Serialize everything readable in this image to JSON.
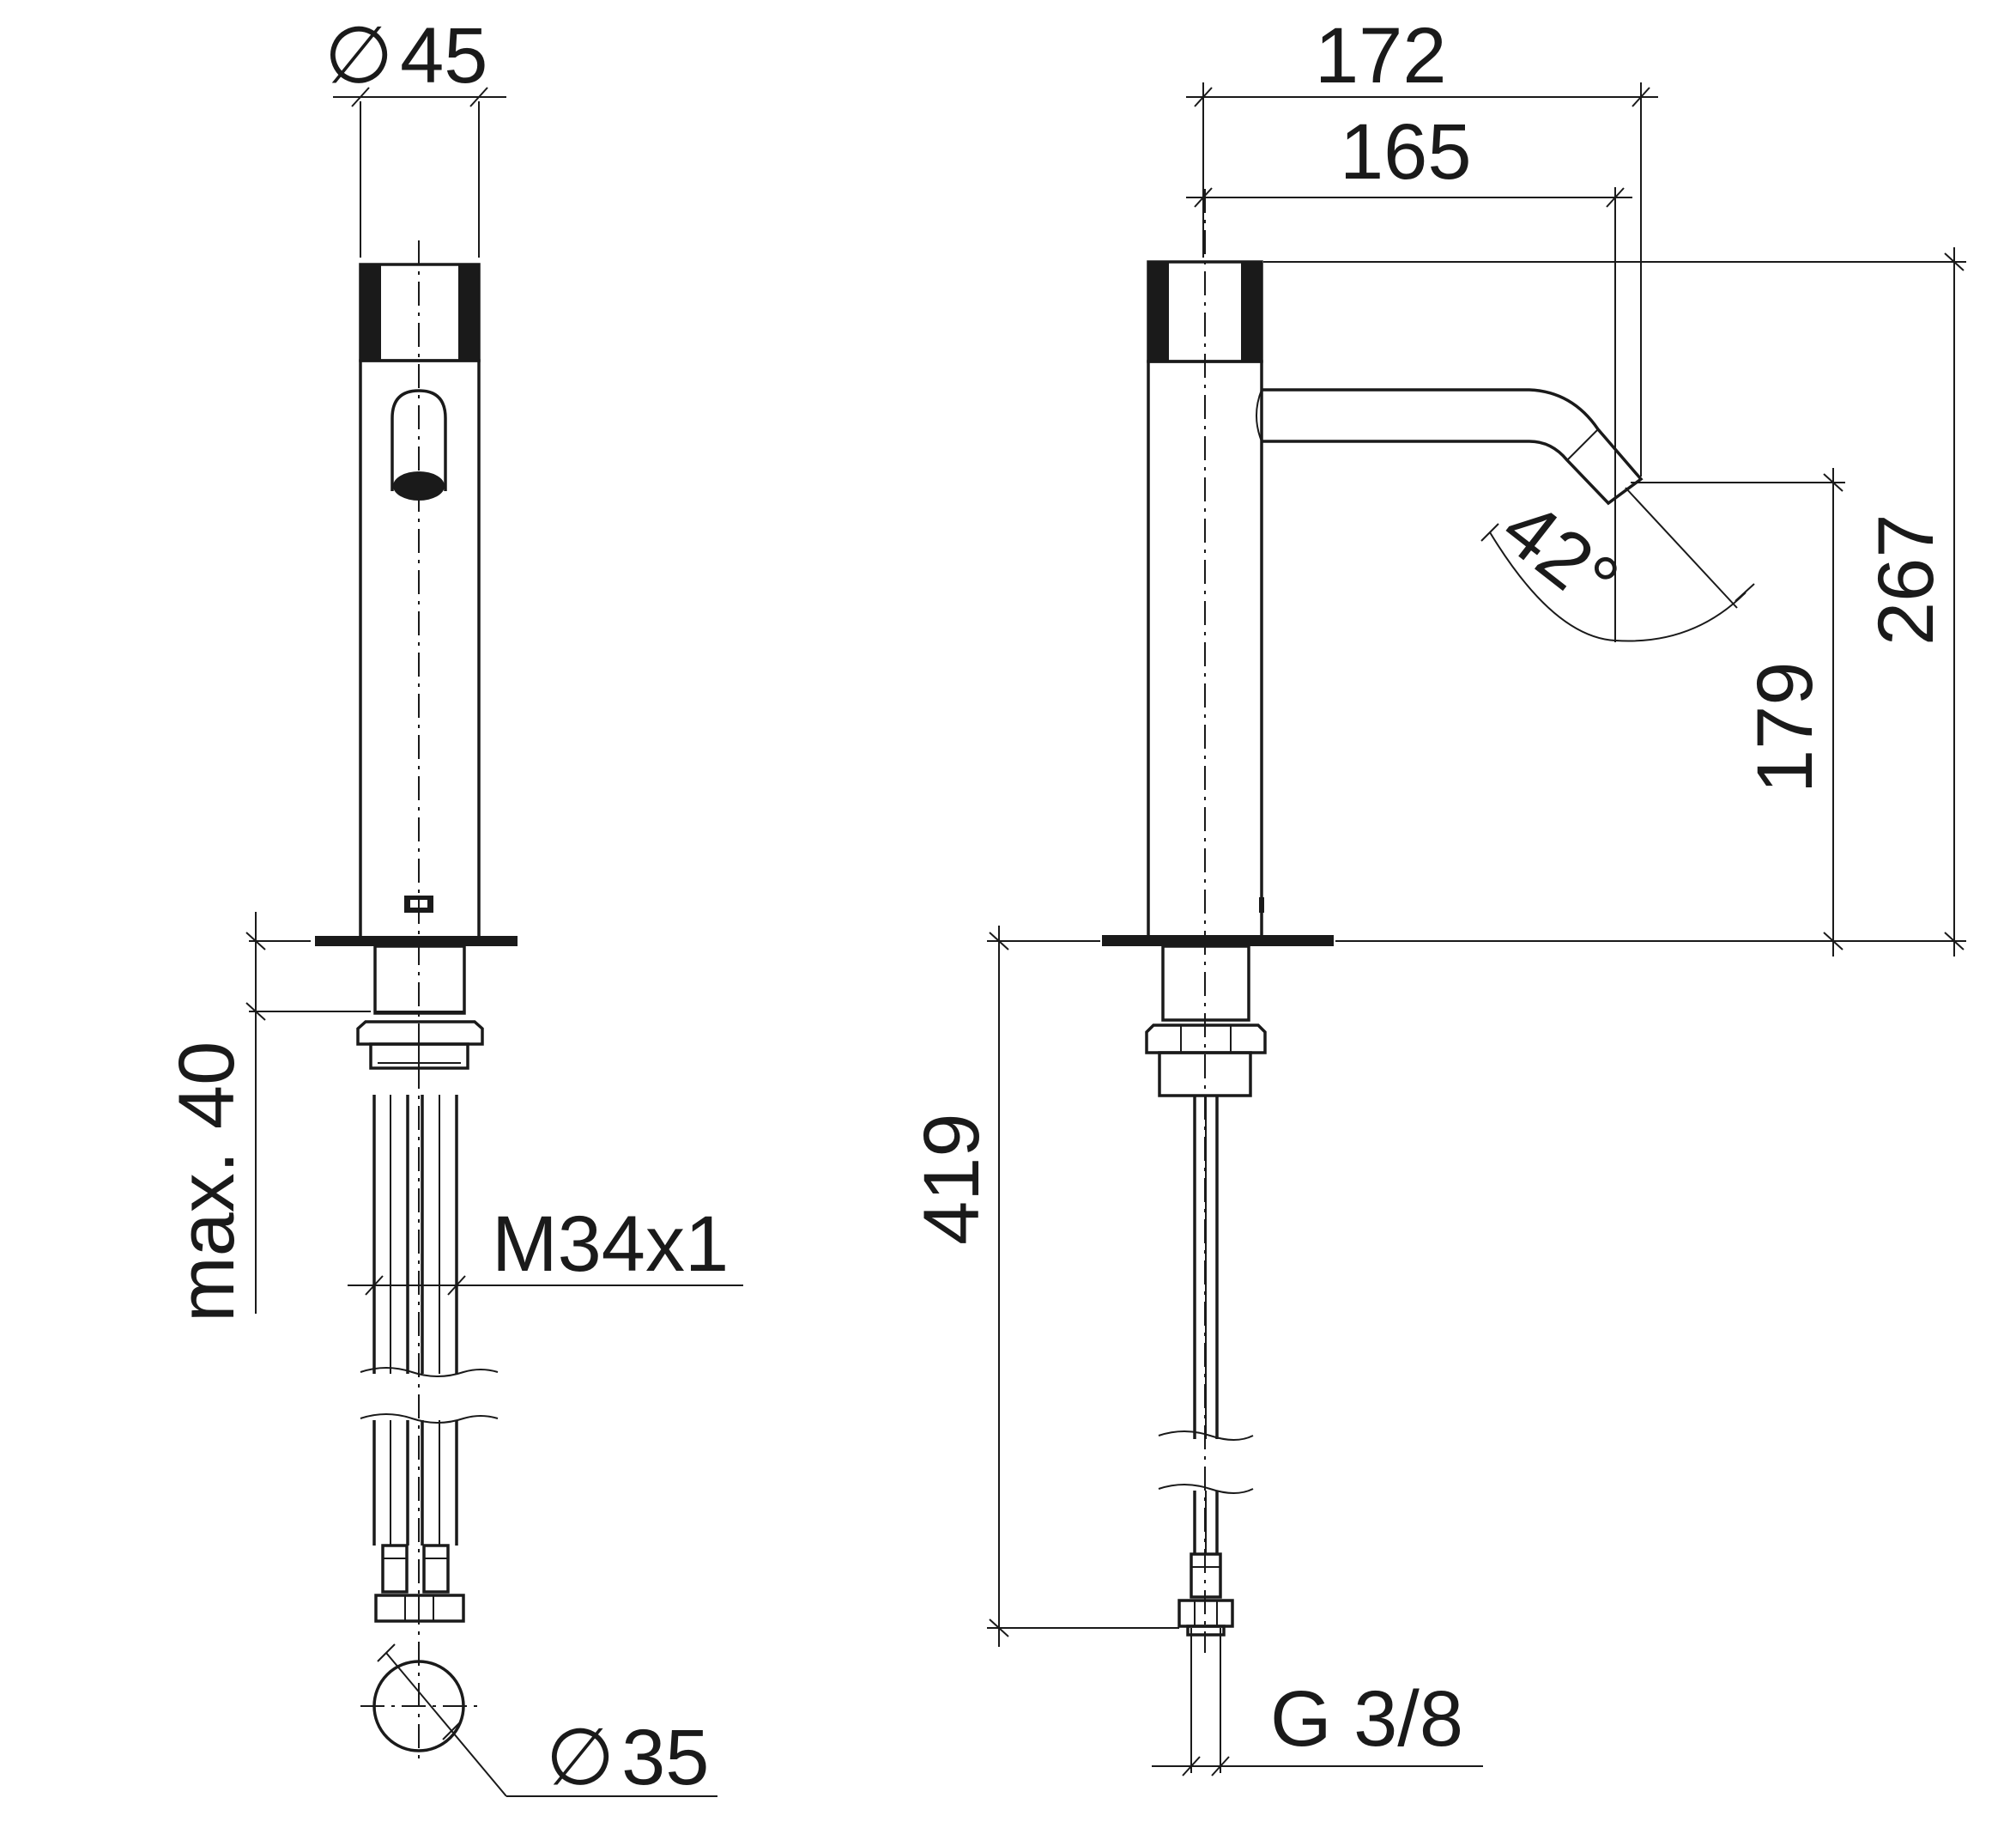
{
  "drawing": {
    "front_view": {
      "top_diameter": {
        "symbol": "∅",
        "value": "45"
      },
      "mounting_depth": "max. 40",
      "thread": "M34x1",
      "hose_end_diameter": {
        "symbol": "∅",
        "value": "35"
      }
    },
    "side_view": {
      "total_projection": "172",
      "spout_projection": "165",
      "total_height": "267",
      "outlet_height": "179",
      "spout_angle": "42°",
      "hose_length": "419",
      "connection_thread": "G 3/8"
    }
  },
  "colors": {
    "line": "#1a1a1a",
    "background": "#ffffff"
  }
}
